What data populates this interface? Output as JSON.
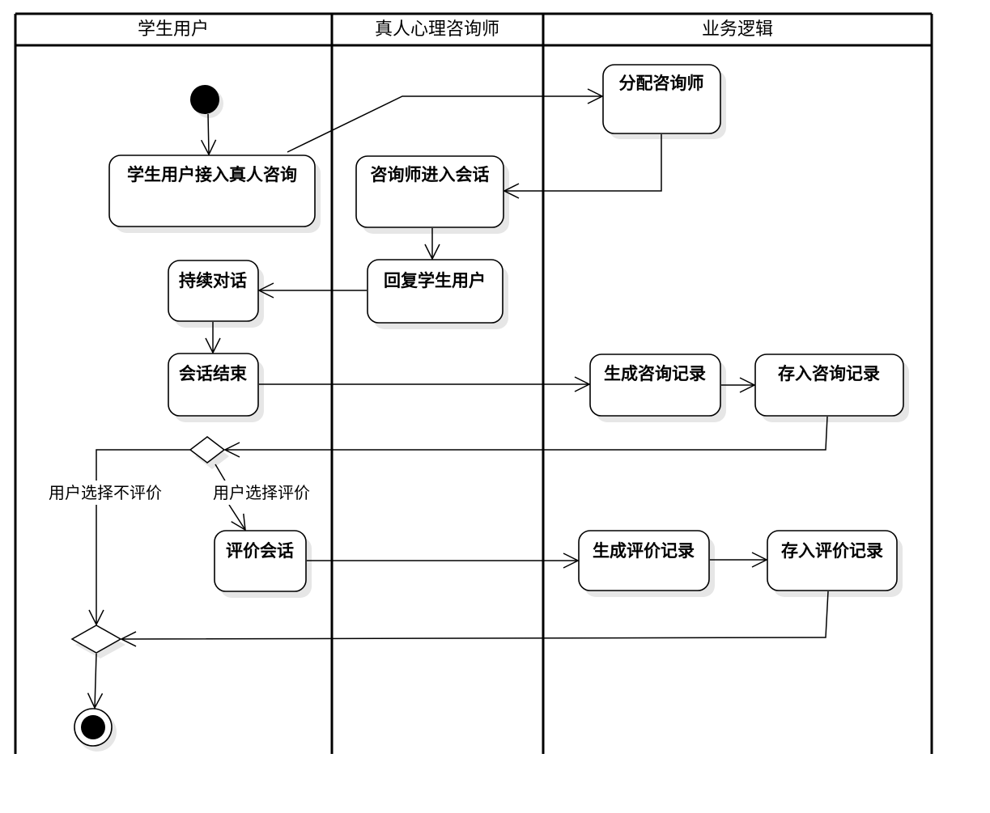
{
  "lanes": [
    "学生用户",
    "真人心理咨询师",
    "业务逻辑"
  ],
  "activities": {
    "student_access": "学生用户接入真人咨询",
    "assign_counselor": "分配咨询师",
    "counselor_join": "咨询师进入会话",
    "reply_student": "回复学生用户",
    "continue_dialog": "持续对话",
    "session_end": "会话结束",
    "gen_consult_record": "生成咨询记录",
    "save_consult_record": "存入咨询记录",
    "evaluate_session": "评价会话",
    "gen_eval_record": "生成评价记录",
    "save_eval_record": "存入评价记录"
  },
  "guards": {
    "no_evaluate": "用户选择不评价",
    "evaluate": "用户选择评价"
  },
  "colors": {
    "line": "#000000",
    "shadow": "#e6e6e6",
    "fill": "#ffffff"
  }
}
